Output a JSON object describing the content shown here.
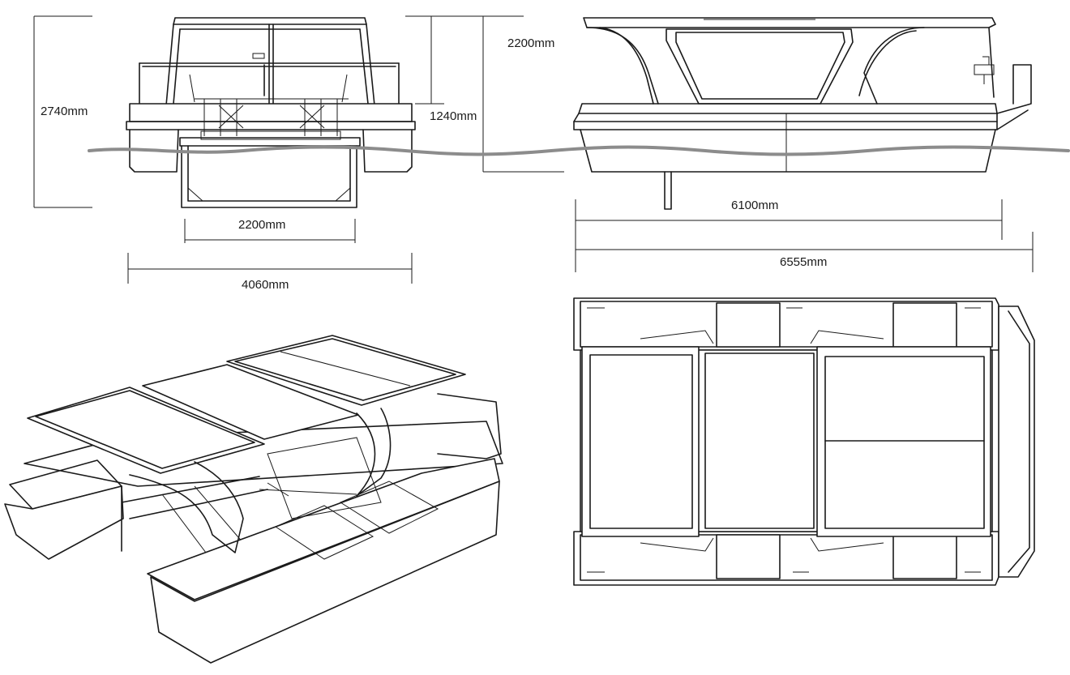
{
  "dimensions": {
    "front_total_height": "2740mm",
    "front_above_water_height": "1240mm",
    "side_height": "2200mm",
    "front_inner_width": "2200mm",
    "front_total_width": "4060mm",
    "side_hull_length": "6100mm",
    "side_total_length": "6555mm"
  },
  "colors": {
    "line": "#1a1a1a",
    "water": "#8c8c8c",
    "background": "#ffffff"
  }
}
